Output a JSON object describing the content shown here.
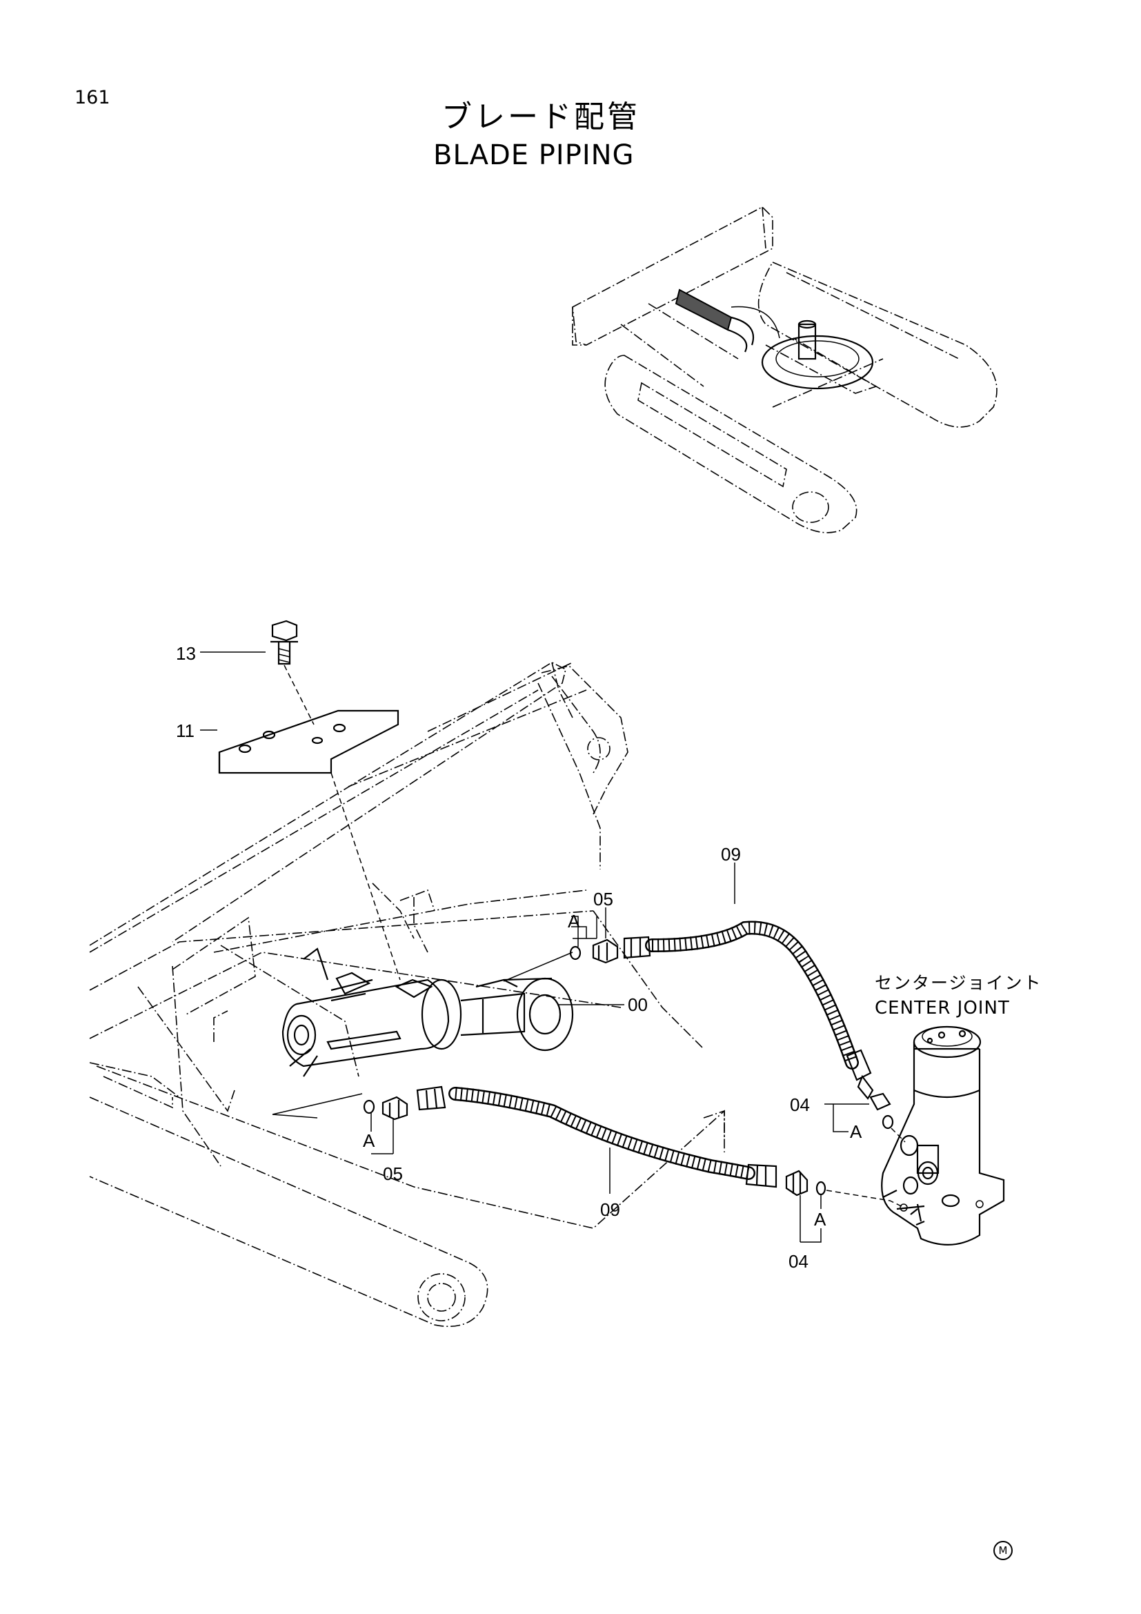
{
  "page_number": "161",
  "title_ja": "ブレード配管",
  "title_en": "BLADE PIPING",
  "center_joint": {
    "ja": "センタージョイント",
    "en": "CENTER JOINT"
  },
  "labels": {
    "p13": "13",
    "p11": "11",
    "p09_top": "09",
    "p05_top": "05",
    "a_top": "A",
    "p00": "00",
    "p04_right": "04",
    "a_right": "A",
    "a_left": "A",
    "p05_bottom": "05",
    "p09_bottom": "09",
    "a_bottom": "A",
    "p04_bottom": "04"
  },
  "maker_mark": "M"
}
